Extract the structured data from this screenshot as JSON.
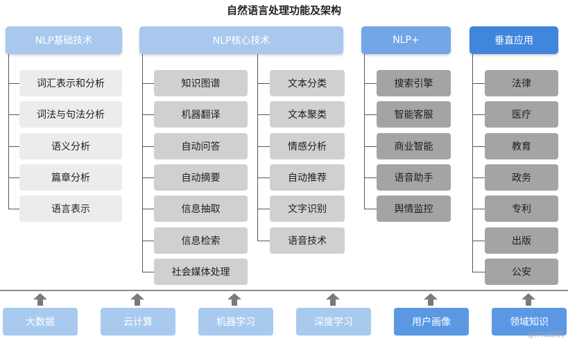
{
  "title": "自然语言处理功能及架构",
  "colors": {
    "header_light": "#a8c8ee",
    "header_mid": "#73a6e6",
    "header_strong": "#3f86dc",
    "bottom_light": "#a9caef",
    "bottom_strong": "#5b98e4"
  },
  "columns": [
    {
      "header": "NLP基础技术",
      "items": [
        "词汇表示和分析",
        "词法与句法分析",
        "语义分析",
        "篇章分析",
        "语言表示"
      ]
    },
    {
      "header": "NLP核心技术",
      "left_items": [
        "知识图谱",
        "机器翻译",
        "自动问答",
        "自动摘要",
        "信息抽取",
        "信息检索",
        "社会媒体处理"
      ],
      "right_items": [
        "文本分类",
        "文本聚类",
        "情感分析",
        "自动推荐",
        "文字识别",
        "语音技术"
      ]
    },
    {
      "header": "NLP+",
      "items": [
        "搜索引擎",
        "智能客服",
        "商业智能",
        "语音助手",
        "舆情监控"
      ]
    },
    {
      "header": "垂直应用",
      "items": [
        "法律",
        "医疗",
        "教育",
        "政务",
        "专利",
        "出版",
        "公安"
      ]
    }
  ],
  "bottom": [
    "大数据",
    "云计算",
    "机器学习",
    "深度学习",
    "用户画像",
    "领域知识"
  ],
  "watermark": "@ITRE研究"
}
